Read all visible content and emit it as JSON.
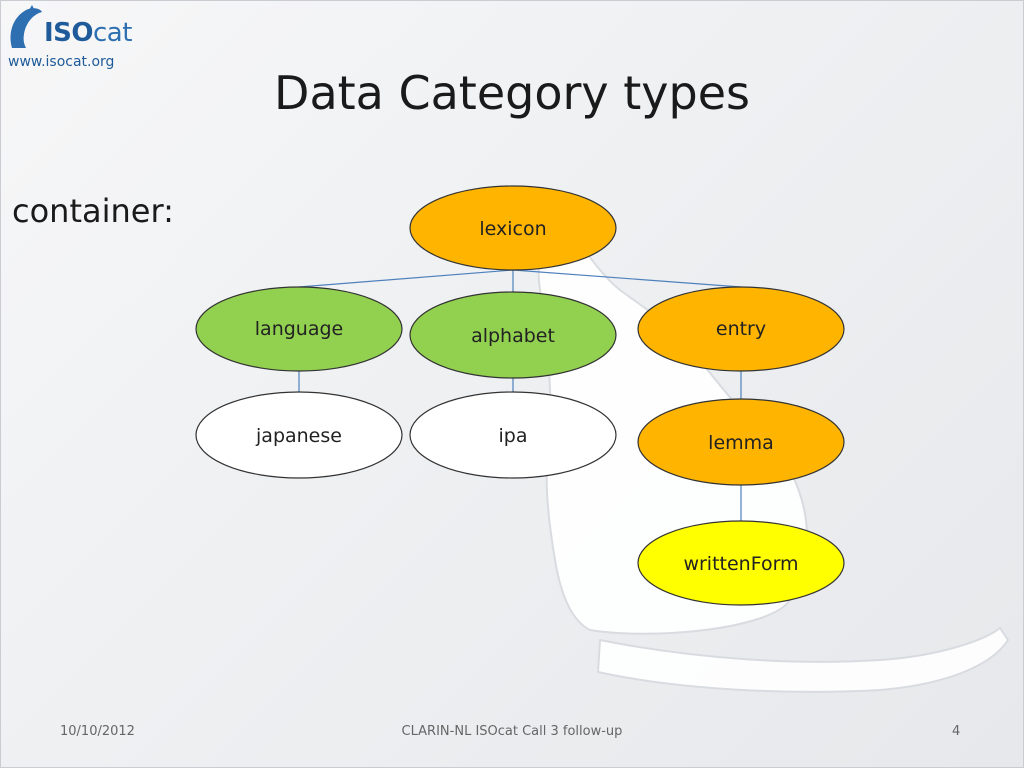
{
  "logo": {
    "brand_bold": "ISO",
    "brand_rest": "cat",
    "url": "www.isocat.org"
  },
  "title": "Data Category types",
  "section_label": "container:",
  "colors": {
    "orange": "#ffb400",
    "green": "#92d050",
    "white": "#ffffff",
    "yellow": "#ffff00",
    "line": "#4f81bd"
  },
  "nodes": {
    "lexicon": "lexicon",
    "language": "language",
    "alphabet": "alphabet",
    "entry": "entry",
    "japanese": "japanese",
    "ipa": "ipa",
    "lemma": "lemma",
    "writtenForm": "writtenForm"
  },
  "footer": {
    "date": "10/10/2012",
    "center": "CLARIN-NL ISOcat Call 3 follow-up",
    "page": "4"
  }
}
